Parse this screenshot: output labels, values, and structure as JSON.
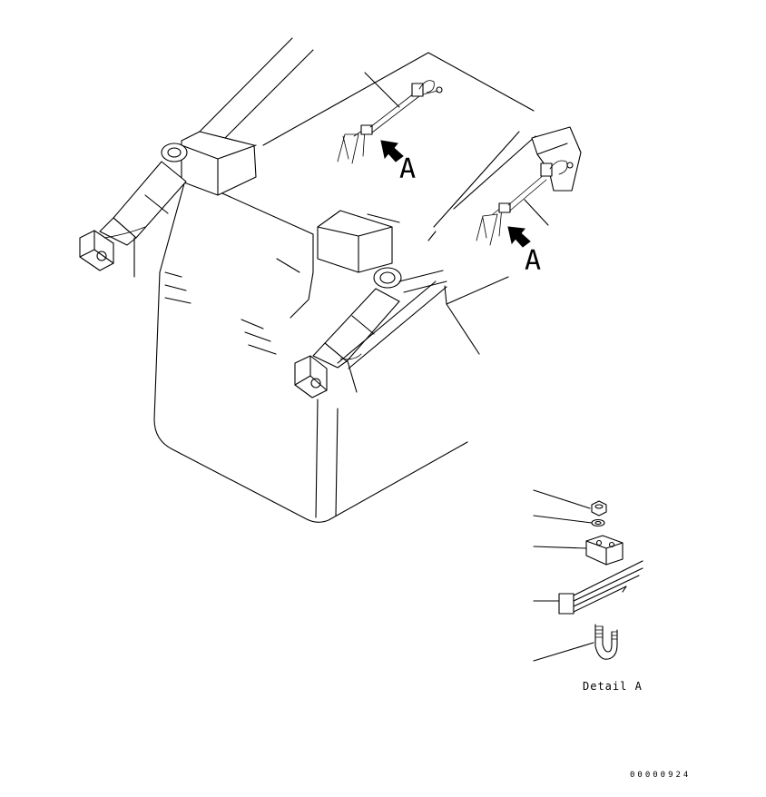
{
  "callouts": {
    "view_a_left": "A",
    "view_a_right": "A"
  },
  "detail": {
    "title": "Detail A"
  },
  "drawing_number": "00000924"
}
